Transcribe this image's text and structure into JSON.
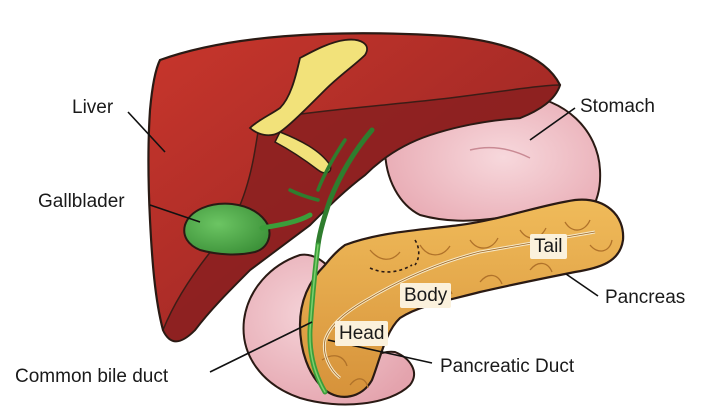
{
  "labels": {
    "liver": "Liver",
    "stomach": "Stomach",
    "gallbladder": "Gallblader",
    "tail": "Tail",
    "body": "Body",
    "pancreas": "Pancreas",
    "head": "Head",
    "common_bile_duct": "Common bile duct",
    "pancreatic_duct": "Pancreatic Duct"
  },
  "colors": {
    "liver": "#b8302a",
    "liver_dark": "#7e1c1c",
    "fat": "#f2e27a",
    "stomach": "#f1c6cc",
    "gallbladder": "#4fae4a",
    "duct_green": "#3b9e3a",
    "pancreas": "#e7aa4a",
    "outline": "#2a1a14"
  }
}
